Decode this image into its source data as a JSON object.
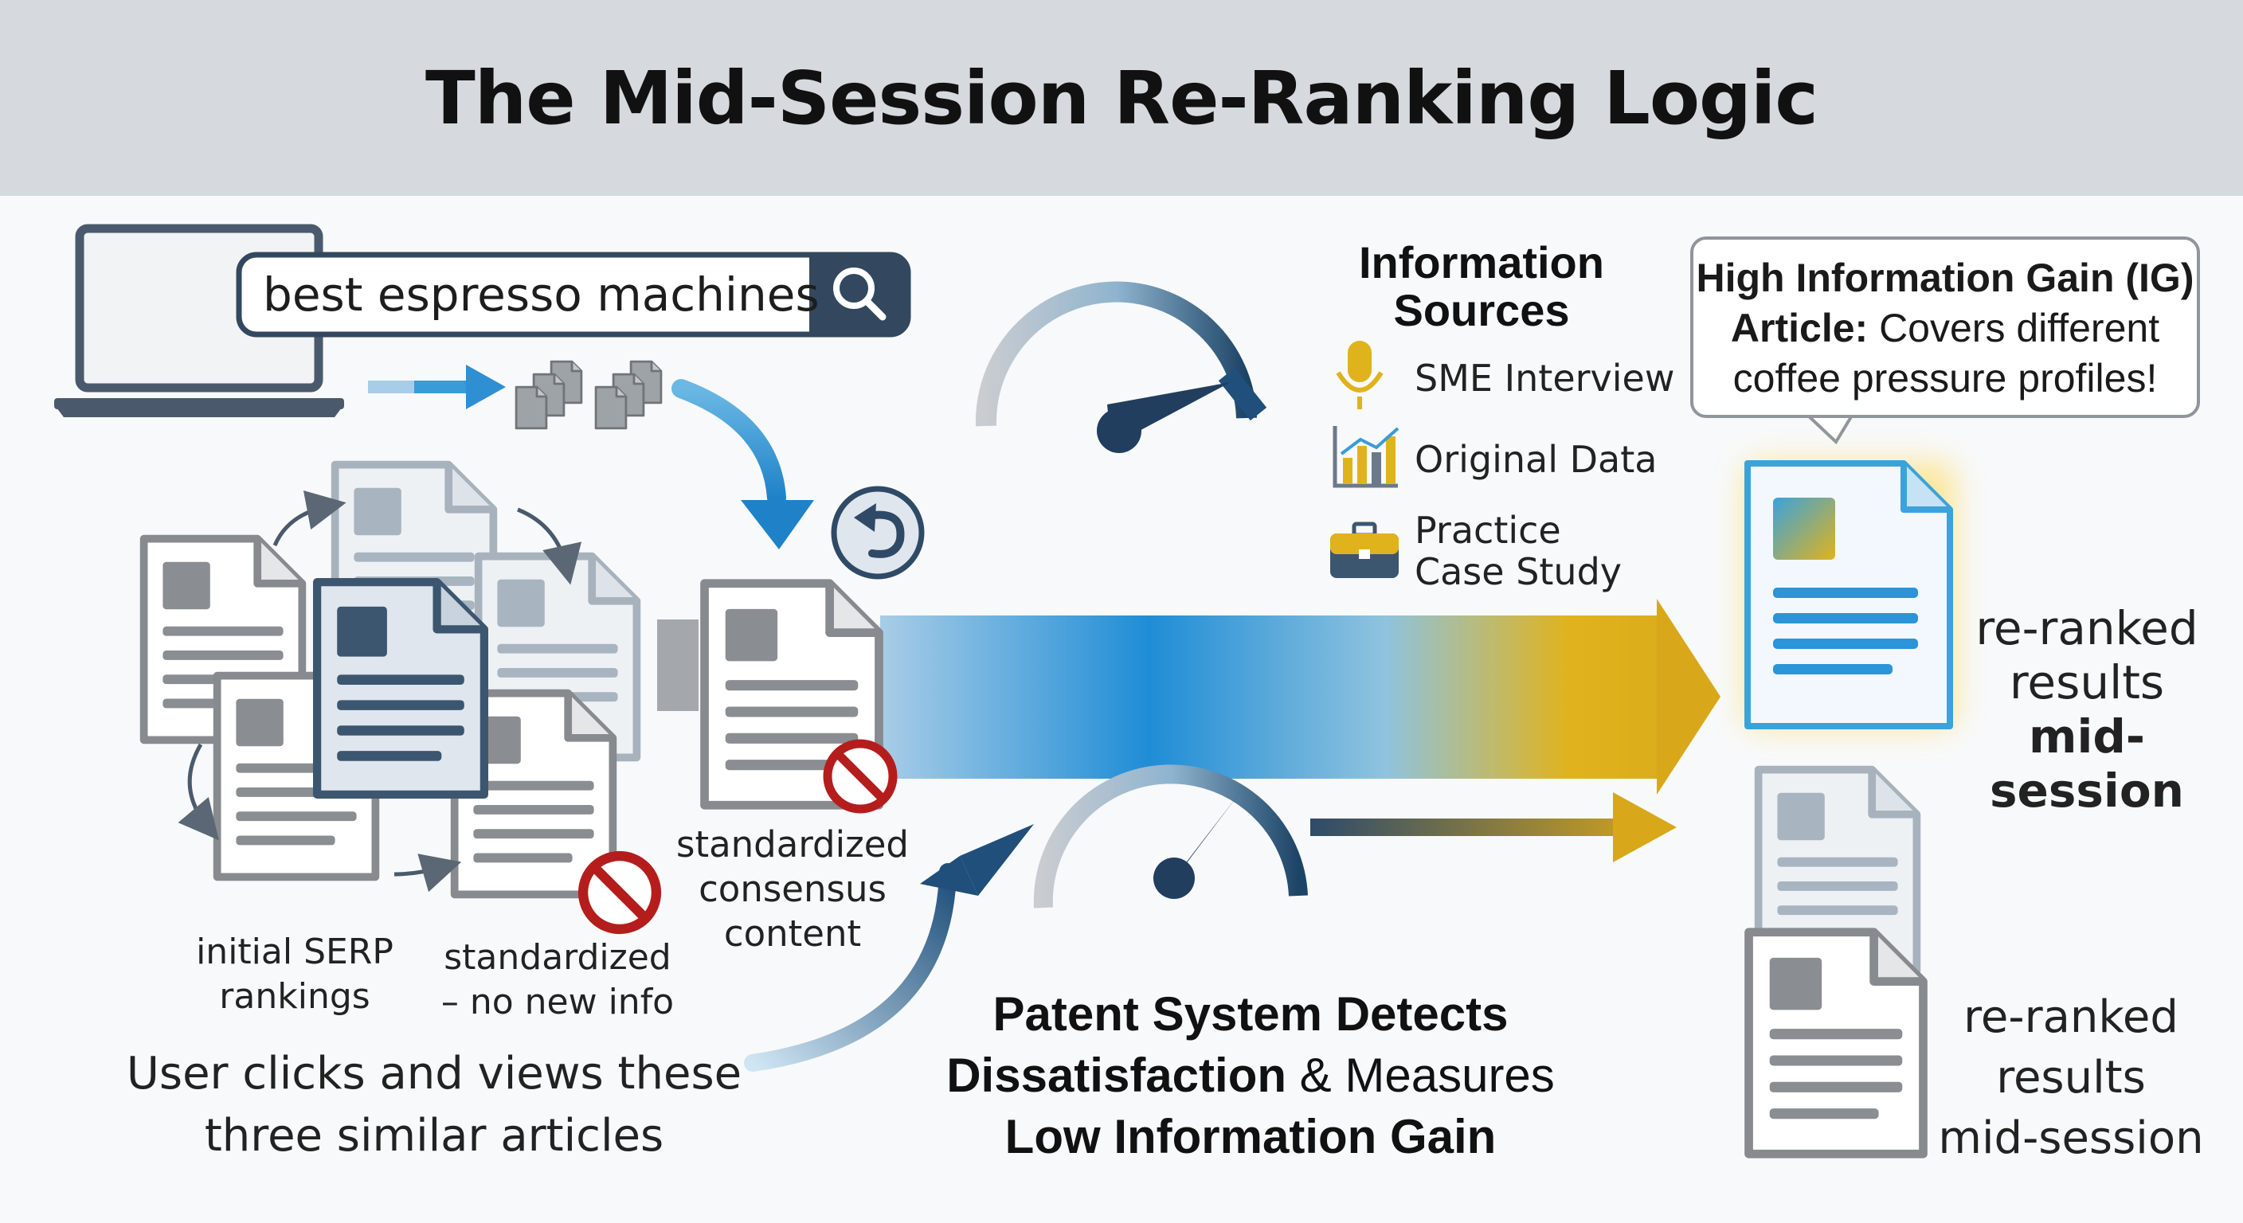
{
  "title": "The Mid-Session Re-Ranking Logic",
  "search": {
    "query": "best espresso machines",
    "icon": "search-icon"
  },
  "labels": {
    "initial_serp": [
      "initial SERP",
      "rankings"
    ],
    "standardized_no_new": [
      "standardized",
      "– no new info"
    ],
    "consensus": [
      "standardized",
      "consensus",
      "content"
    ],
    "user_clicks": [
      "User clicks and views these",
      "three similar articles"
    ],
    "patent_1": "Patent System Detects",
    "patent_2_bold": "Dissatisfaction",
    "patent_2_rest": " & Measures",
    "patent_3": "Low Information Gain",
    "reranked_top": [
      "re-ranked",
      "results",
      "mid-",
      "session"
    ],
    "reranked_bottom": [
      "re-ranked",
      "results",
      "mid-session"
    ]
  },
  "sources": {
    "heading": [
      "Information",
      "Sources"
    ],
    "items": [
      {
        "label": "SME Interview",
        "icon": "microphone-icon"
      },
      {
        "label": "Original Data",
        "icon": "bar-chart-icon"
      },
      {
        "label": "Practice Case Study",
        "lines": [
          "Practice",
          "Case Study"
        ],
        "icon": "briefcase-icon"
      }
    ]
  },
  "callout": {
    "bold_1": "High Information Gain (IG)",
    "bold_2": "Article:",
    "rest_2": " Covers different",
    "line_3": "coffee pressure profiles!"
  },
  "colors": {
    "accent_blue": "#1f8dd6",
    "accent_gold": "#e0b31d",
    "navy": "#2c4a6b",
    "banned_red": "#b51d1d",
    "title_bar": "#d6d9dd"
  }
}
